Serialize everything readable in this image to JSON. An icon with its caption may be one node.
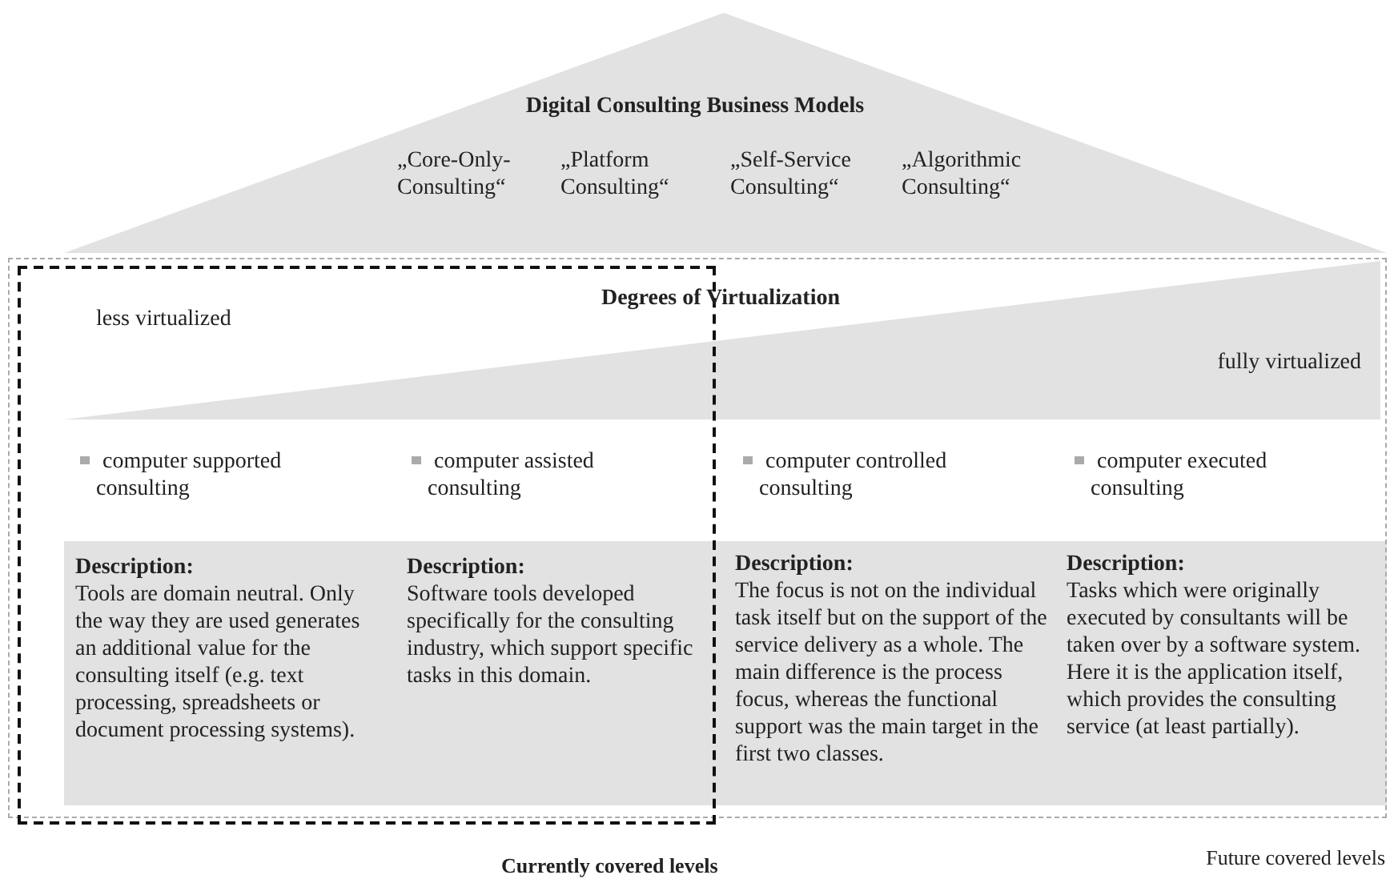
{
  "diagram": {
    "nodes": [
      {
        "text": [
          "Digital Consulting Business Models"
        ]
      },
      {
        "text": [
          "„Core-Only-Consulting“"
        ],
        "in": 0
      },
      {
        "text": [
          "„Platform Consulting“"
        ],
        "in": 0
      },
      {
        "text": [
          "„Self-Service Consulting“"
        ],
        "in": 0
      },
      {
        "text": [
          "„Algorithmic Consulting“"
        ],
        "in": 0
      },
      {
        "text": [
          "Future covered levels"
        ]
      },
      {
        "text": [
          "Currently covered levels"
        ],
        "in": 5
      },
      {
        "text": [
          "Description:",
          "Tools are domain neutral. Only the way they are used generates an additional value for the consulting itself (e.g. text processing, spreadsheets or document processing systems)."
        ],
        "in": 6
      },
      {
        "text": [
          "Description:",
          "Software tools developed specifically for the consulting industry, which support specific tasks in this domain."
        ],
        "in": 6
      },
      {
        "text": [
          "Description:",
          "The focus is not on the individual task itself but on the support of the service delivery as a whole. The main difference is the process focus, whereas the functional support was the main target in the first two classes."
        ],
        "in": 5
      },
      {
        "text": [
          "Description:",
          "Tasks which were originally executed by consultants will be taken over by a software system. Here it is the application itself, which provides the consulting service (at least partially)."
        ],
        "in": 5
      }
    ],
    "labels": [
      "Degrees of Virtualization",
      "less virtualized",
      "fully virtualized",
      "computer supported consulting",
      "computer assisted consulting",
      "computer controlled consulting",
      "computer executed consulting"
    ]
  }
}
